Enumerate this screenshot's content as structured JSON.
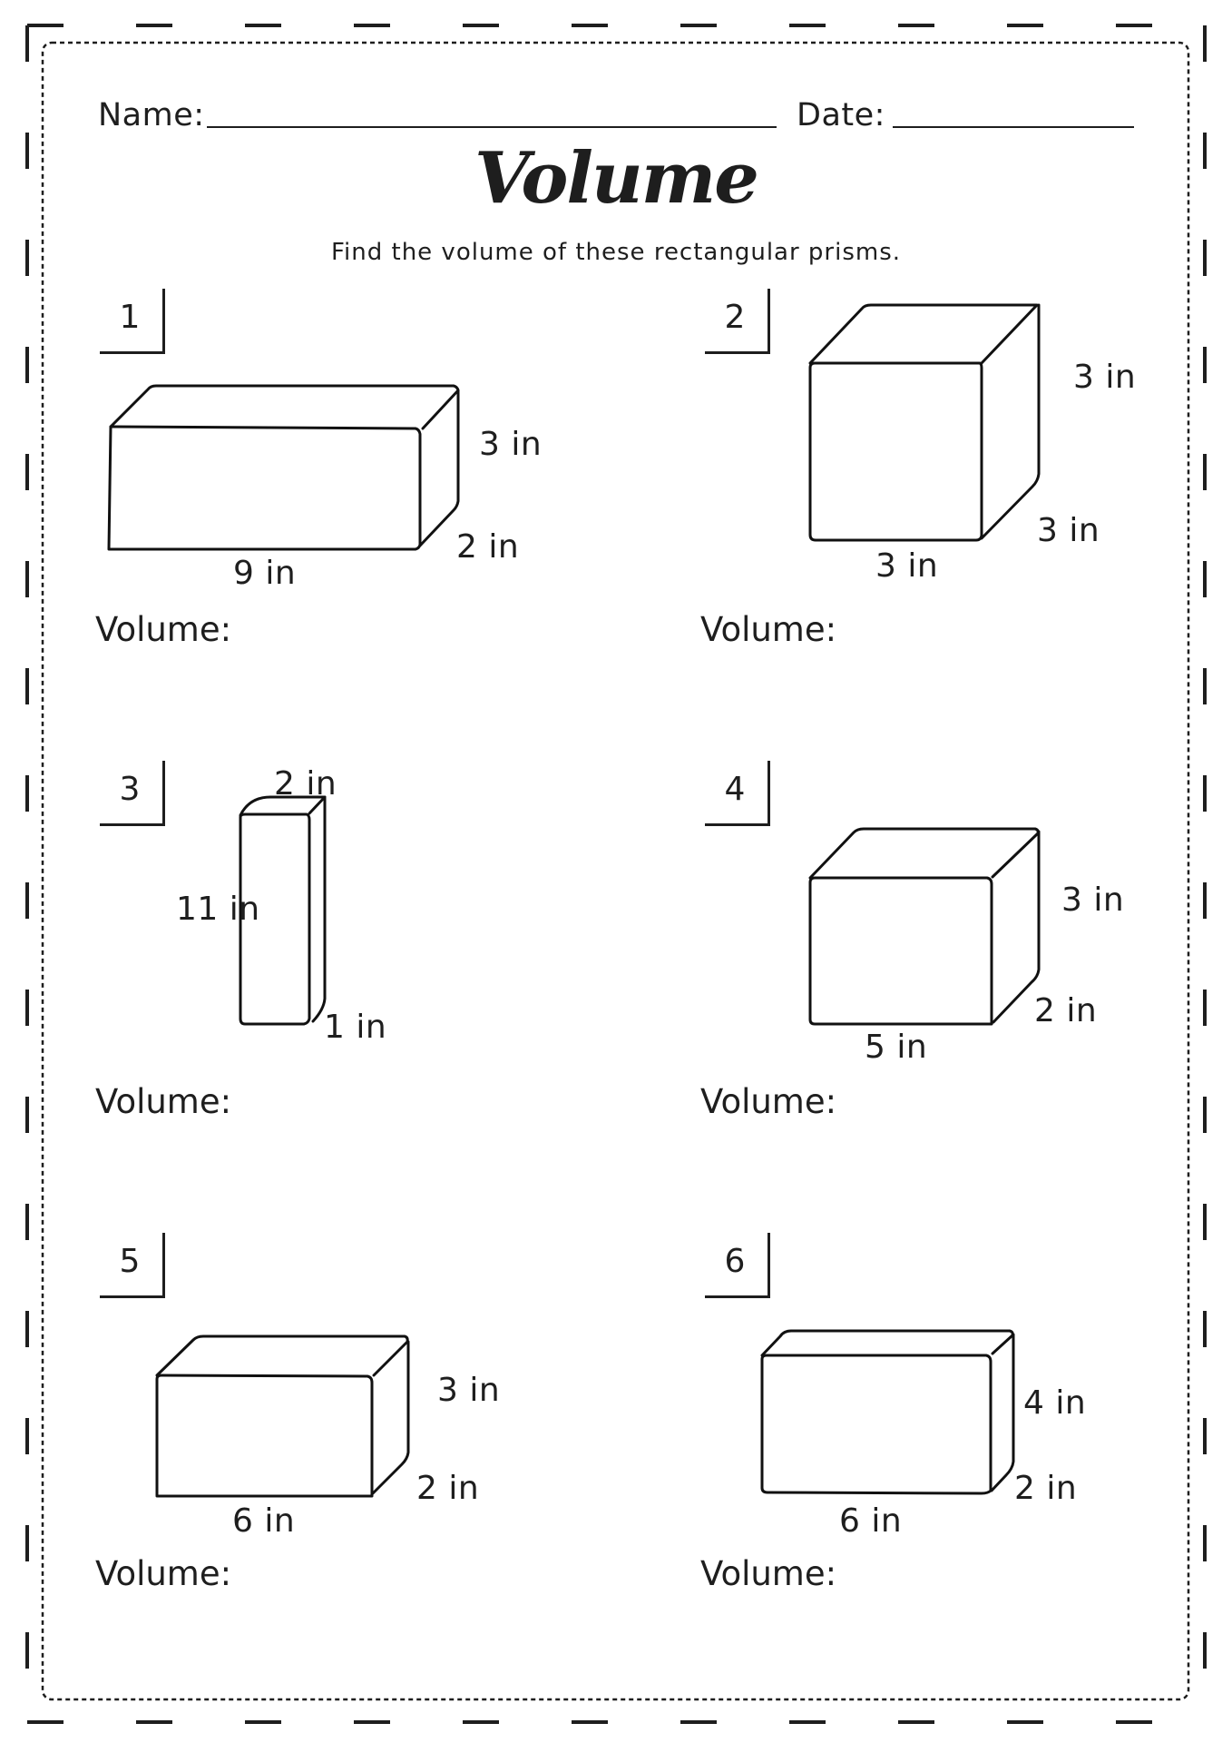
{
  "header": {
    "name_label": "Name:",
    "date_label": "Date:"
  },
  "title": "Volume",
  "instructions": "Find the volume of these rectangular prisms.",
  "problems": [
    {
      "number": "1",
      "length": "9 in",
      "width": "2 in",
      "height": "3 in",
      "answer_label": "Volume:"
    },
    {
      "number": "2",
      "length": "3 in",
      "width": "3 in",
      "height": "3 in",
      "answer_label": "Volume:"
    },
    {
      "number": "3",
      "length": "2 in",
      "width": "1 in",
      "height": "11 in",
      "answer_label": "Volume:"
    },
    {
      "number": "4",
      "length": "5 in",
      "width": "2 in",
      "height": "3 in",
      "answer_label": "Volume:"
    },
    {
      "number": "5",
      "length": "6 in",
      "width": "2 in",
      "height": "3 in",
      "answer_label": "Volume:"
    },
    {
      "number": "6",
      "length": "6 in",
      "width": "2 in",
      "height": "4 in",
      "answer_label": "Volume:"
    }
  ],
  "colors": {
    "ink": "#1e1e1e",
    "background": "#ffffff"
  }
}
